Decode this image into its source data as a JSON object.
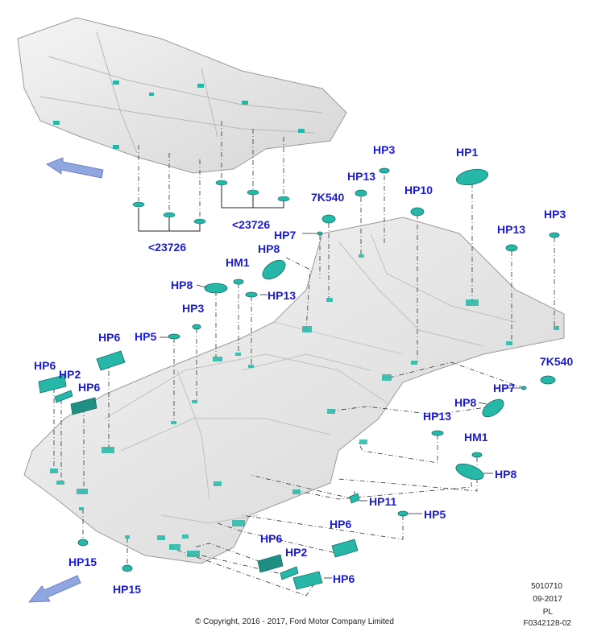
{
  "labels": {
    "hp1": "HP1",
    "hp3_top": "HP3",
    "hp13_top": "HP13",
    "hp10": "HP10",
    "k7k540_top": "7K540",
    "hp3_right": "HP3",
    "hp13_right": "HP13",
    "hp7_top": "HP7",
    "hp8_top": "HP8",
    "hm1_top": "HM1",
    "hp8_left": "HP8",
    "hp13_mid": "HP13",
    "hp3_left": "HP3",
    "hp5_left": "HP5",
    "hp6_upper": "HP6",
    "hp6_left": "HP6",
    "hp2_left": "HP2",
    "hp6_left2": "HP6",
    "k7k540_right": "7K540",
    "hp7_right": "HP7",
    "hp8_right": "HP8",
    "hp13_lower": "HP13",
    "hm1_lower": "HM1",
    "hp8_lower": "HP8",
    "hp11": "HP11",
    "hp5_lower": "HP5",
    "hp6_bottom_a": "HP6",
    "hp6_bottom_b": "HP6",
    "hp2_bottom": "HP2",
    "hp6_bottom_c": "HP6",
    "hp15_left": "HP15",
    "hp15_mid": "HP15",
    "ref_23726_a": "<23726",
    "ref_23726_b": "<23726"
  },
  "meta": {
    "code": "5010710",
    "date": "09-2017",
    "region": "PL",
    "figure_id": "F0342128-02",
    "copyright": "© Copyright, 2016 - 2017, Ford Motor Company Limited"
  },
  "colors": {
    "label": "#1a1adf",
    "plug": "#26b7a8",
    "arrow": "#8fa6e0",
    "body_panel": "#e7e7e7"
  }
}
